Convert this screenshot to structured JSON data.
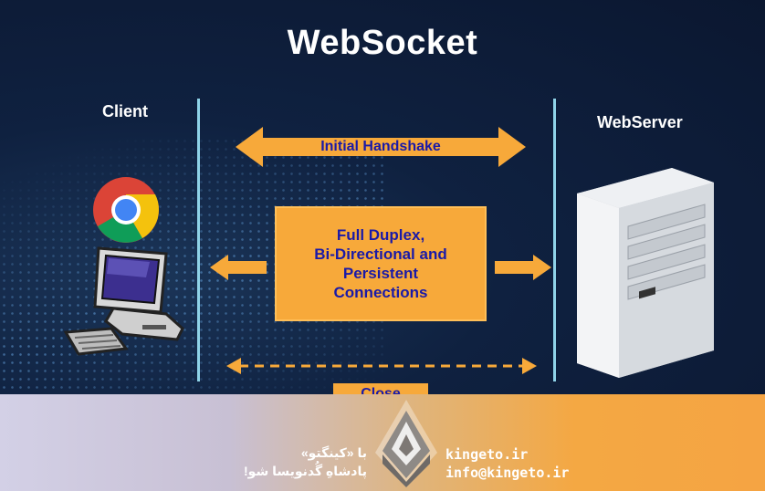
{
  "title": "WebSocket",
  "labels": {
    "client": "Client",
    "server": "WebServer"
  },
  "flows": {
    "handshake": "Initial Handshake",
    "duplex_lines": [
      "Full Duplex,",
      "Bi-Directional and",
      "Persistent",
      "Connections"
    ],
    "close": "Close"
  },
  "icons": {
    "browser": "chrome-icon",
    "client_machine": "computer-icon",
    "server_machine": "server-tower-icon",
    "brand": "kingeto-logo"
  },
  "footer": {
    "persian_line1": "با «کینگتو»",
    "persian_line2": "پادشاهِ گُدنویسا شو!",
    "website": "kingeto.ir",
    "email": "info@kingeto.ir"
  },
  "colors": {
    "background": "#0d1b33",
    "accent_orange": "#f7a93a",
    "text_blue": "#1a1aa8",
    "divider": "#8fd3e8"
  }
}
